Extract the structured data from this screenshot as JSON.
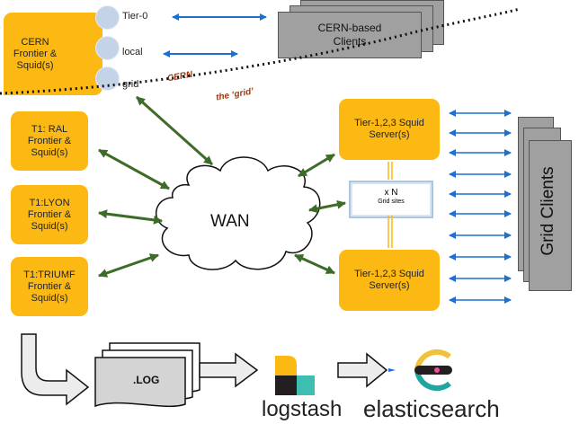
{
  "cern": {
    "box_label": "CERN Frontier & Squid(s)",
    "tiers": [
      "Tier-0",
      "local",
      "grid"
    ],
    "clients_label": "CERN-based Clients",
    "region_cern": "CERN",
    "region_grid": "the ‘grid’"
  },
  "t1": [
    {
      "label": "T1: RAL Frontier & Squid(s)"
    },
    {
      "label": "T1:LYON Frontier & Squid(s)"
    },
    {
      "label": "T1:TRIUMF Frontier & Squid(s)"
    }
  ],
  "wan": {
    "label": "WAN"
  },
  "squids": {
    "top": "Tier-1,2,3 Squid Server(s)",
    "bottom": "Tier-1,2,3 Squid Server(s)"
  },
  "grid_sites": {
    "multiplier": "x N",
    "label": "Grid sites"
  },
  "grid_clients": {
    "label": "Grid Clients"
  },
  "pipeline": {
    "log_label": ".LOG",
    "logstash_label": "logstash",
    "elasticsearch_label": "elasticsearch"
  },
  "colors": {
    "node": "#FDB913",
    "blue_arrow": "#1f6fd1",
    "green_arrow": "#3d6b28",
    "gray": "#a0a0a0",
    "cern_text": "#9a3b12"
  }
}
